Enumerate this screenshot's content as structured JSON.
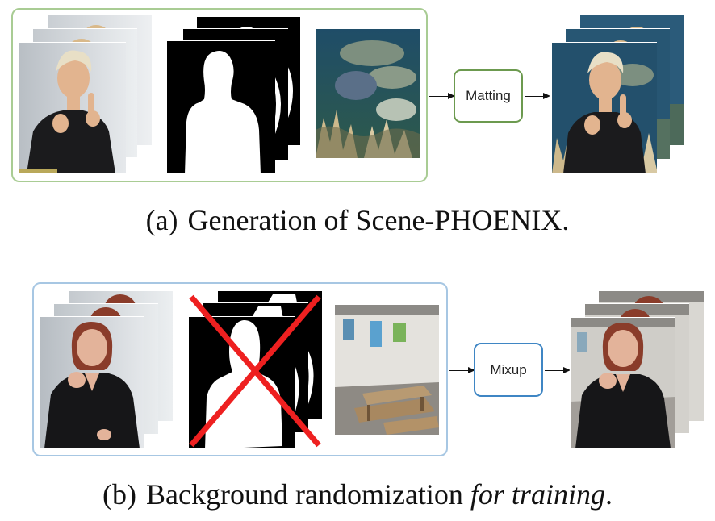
{
  "panel_a": {
    "operator_label": "Matting",
    "caption_label": "(a)",
    "caption_text": "Generation of Scene-PHOENIX.",
    "border_color": "#9fc58a",
    "operator_color": "#6c9a4f"
  },
  "panel_b": {
    "operator_label": "Mixup",
    "caption_label": "(b)",
    "caption_text_regular": "Background randomization ",
    "caption_text_italic": "for training",
    "caption_text_end": ".",
    "border_color": "#9ec1df",
    "operator_color": "#3f86c4",
    "cross_color": "#ee2020"
  }
}
